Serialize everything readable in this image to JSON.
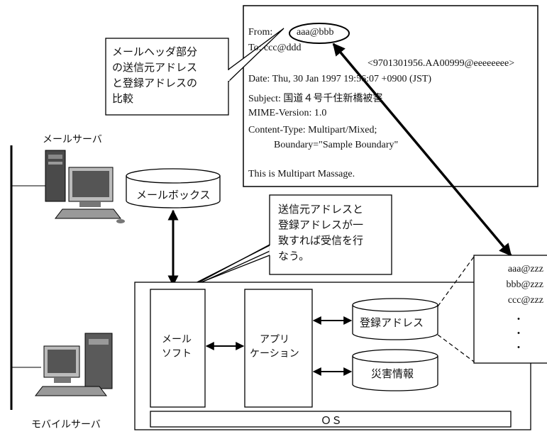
{
  "email": {
    "from_label": "From:",
    "from_address": "aaa@bbb",
    "to": "To: ccc@ddd",
    "message_id_fragment": "<9701301956.AA00999@eeeeeeee>",
    "date": "Date: Thu, 30 Jan 1997 19:56:07 +0900 (JST)",
    "subject": "Subject: 国道４号千住新橋被害",
    "mime": "MIME-Version: 1.0",
    "content_type": "Content-Type: Multipart/Mixed;",
    "boundary": "Boundary=\"Sample Boundary\"",
    "body": "This is Multipart Massage."
  },
  "callout_header": {
    "line1": "メールヘッダ部分",
    "line2": "の送信元アドレス",
    "line3": "と登録アドレスの",
    "line4": "比較"
  },
  "callout_match": {
    "line1": "送信元アドレスと",
    "line2": "登録アドレスが一",
    "line3": "致すれば受信を行",
    "line4": "なう。"
  },
  "labels": {
    "mail_server": "メールサーバ",
    "mobile_server": "モバイルサーバ",
    "mailbox": "メールボックス",
    "mail_soft_1": "メール",
    "mail_soft_2": "ソフト",
    "app_1": "アプリ",
    "app_2": "ケーション",
    "registered_address": "登録アドレス",
    "disaster_info": "災害情報",
    "os": "ＯＳ"
  },
  "address_list": [
    "aaa@zzz",
    "bbb@zzz",
    "ccc@zzz",
    "・",
    "・",
    "・"
  ]
}
